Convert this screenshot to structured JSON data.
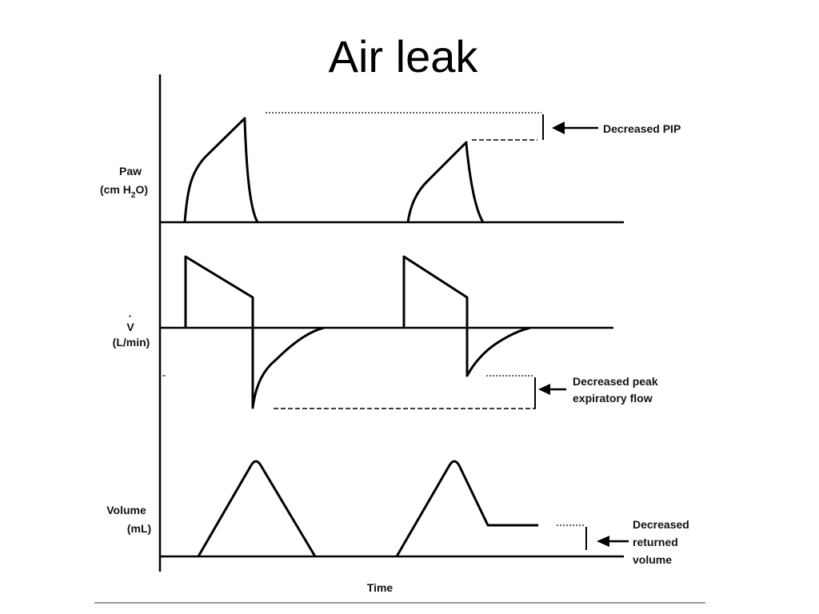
{
  "title": "Air leak",
  "panels": {
    "paw": {
      "label_line1": "Paw",
      "label_line2": "(cm H",
      "label_sub": "2",
      "label_end": "O)"
    },
    "flow": {
      "label_line1": "V",
      "label_line1_mark": "·",
      "label_line2": "(L/min)"
    },
    "volume": {
      "label_line1": "Volume",
      "label_line2": "(mL)"
    }
  },
  "annotations": {
    "pip": "Decreased PIP",
    "pef_line1": "Decreased peak",
    "pef_line2": "expiratory flow",
    "ret_line1": "Decreased",
    "ret_line2": "returned",
    "ret_line3": "volume"
  },
  "x_axis_label": "Time"
}
